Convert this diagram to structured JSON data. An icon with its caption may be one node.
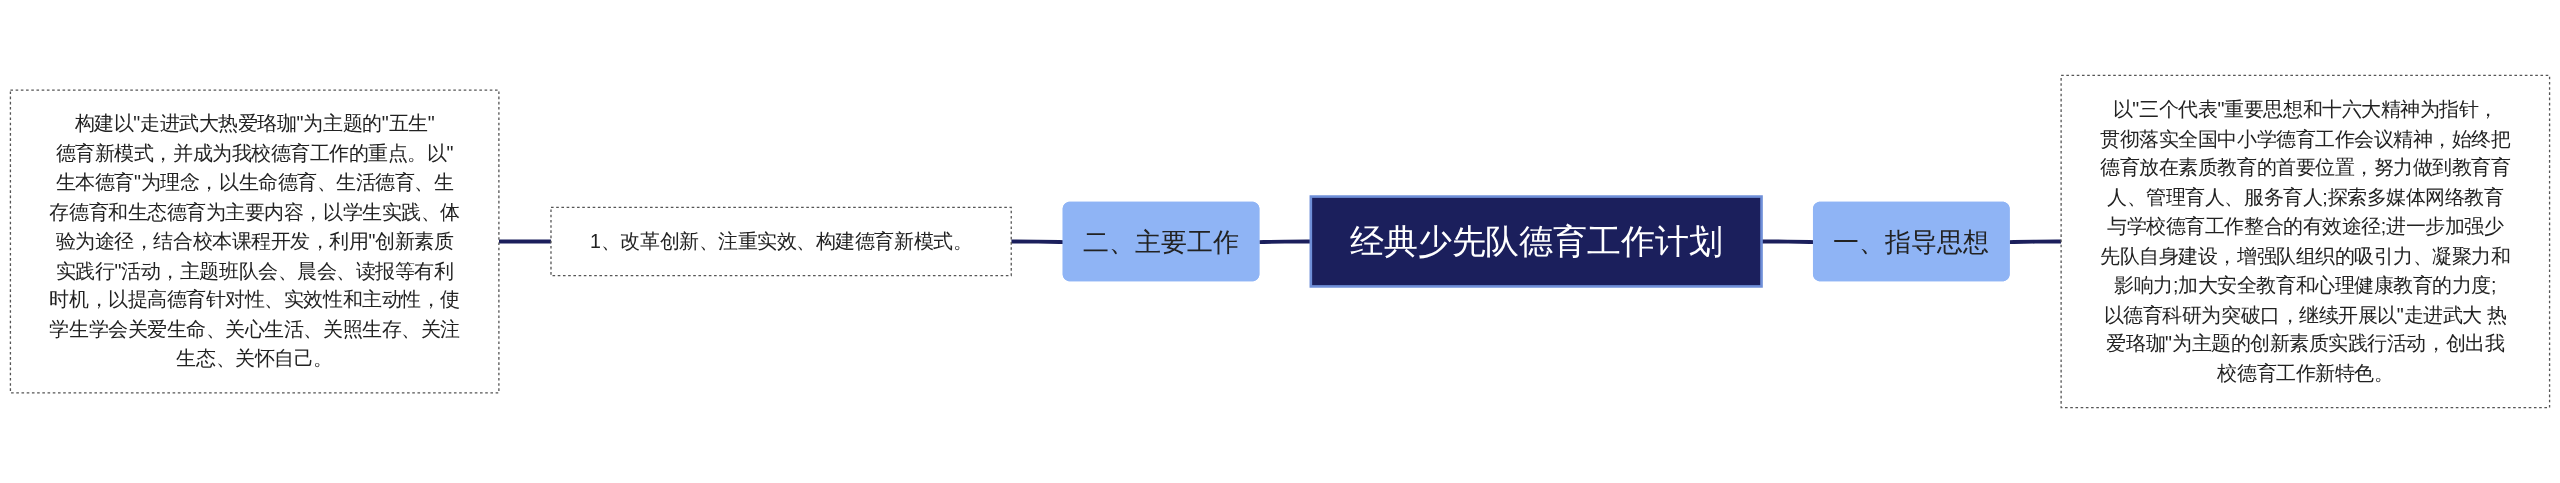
{
  "diagram": {
    "nodes": [
      {
        "text": [
          "经典少先队德育工作计划"
        ]
      },
      {
        "text": [
          "一、指导思想"
        ]
      },
      {
        "text": [
          "以\"三个代表\"重要思想和十六大精神为指针，贯彻落实全国中小学德育工作会议精神，始终把德育放在素质教育的首要位置，努力做到教育育人、管理育人、服务育人;探索多媒体网络教育与学校德育工作整合的有效途径;进一步加强少先队自身建设，增强队组织的吸引力、凝聚力和影响力;加大安全教育和心理健康教育的力度;以德育科研为突破口，继续开展以\"走进武大 热爱珞珈\"为主题的创新素质实践行活动，创出我校德育工作新特色。"
        ]
      },
      {
        "text": [
          "二、主要工作"
        ]
      },
      {
        "text": [
          "1、改革创新、注重实效、构建德育新模式。"
        ]
      },
      {
        "text": [
          "构建以\"走进武大热爱珞珈\"为主题的\"五生\"德育新模式，并成为我校德育工作的重点。以\"生本德育\"为理念，以生命德育、生活德育、生存德育和生态德育为主要内容，以学生实践、体验为途径，结合校本课程开发，利用\"创新素质实践行\"活动，主题班队会、晨会、读报等有利时机，以提高德育针对性、实效性和主动性，使学生学会关爱生命、关心生活、关照生存、关注生态、关怀自己。"
        ]
      }
    ],
    "edges": [
      {
        "from": 5,
        "to": 4,
        "arrow": "none"
      },
      {
        "from": 4,
        "to": 3,
        "arrow": "none"
      },
      {
        "from": 3,
        "to": 0,
        "arrow": "none"
      },
      {
        "from": 0,
        "to": 1,
        "arrow": "none"
      },
      {
        "from": 1,
        "to": 2,
        "arrow": "none"
      }
    ]
  }
}
